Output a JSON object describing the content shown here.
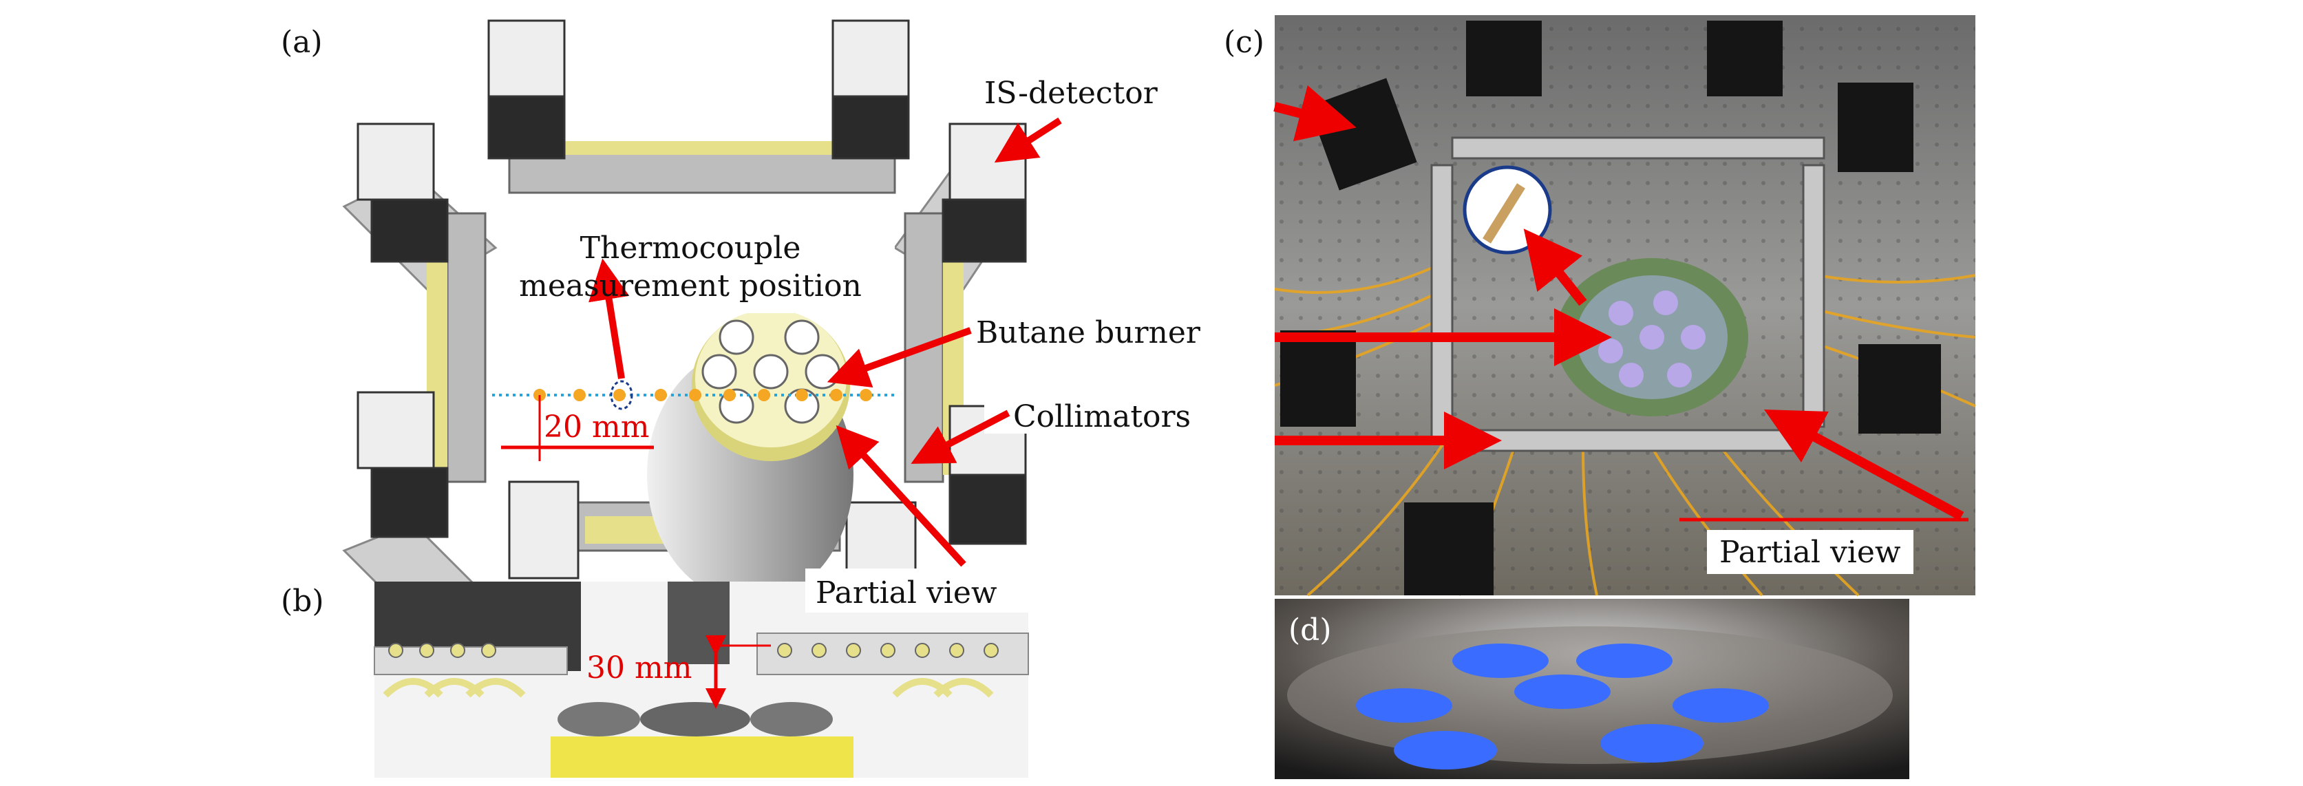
{
  "panels": {
    "a": {
      "label": "(a)",
      "annotations": {
        "is_detector": "IS-detector",
        "thermocouple_line1": "Thermocouple",
        "thermocouple_line2": "measurement position",
        "butane_burner": "Butane burner",
        "collimators": "Collimators",
        "distance": "20 mm",
        "partial_view": "Partial view"
      }
    },
    "b": {
      "label": "(b)",
      "annotations": {
        "height": "30 mm"
      }
    },
    "c": {
      "label": "(c)",
      "annotations": {
        "partial_view": "Partial view"
      }
    },
    "d": {
      "label": "(d)"
    }
  },
  "colors": {
    "arrow": "#ee0000",
    "dot": "#f5a623",
    "dotted_line": "#2aa3d8",
    "fiber": "#e8a520"
  }
}
